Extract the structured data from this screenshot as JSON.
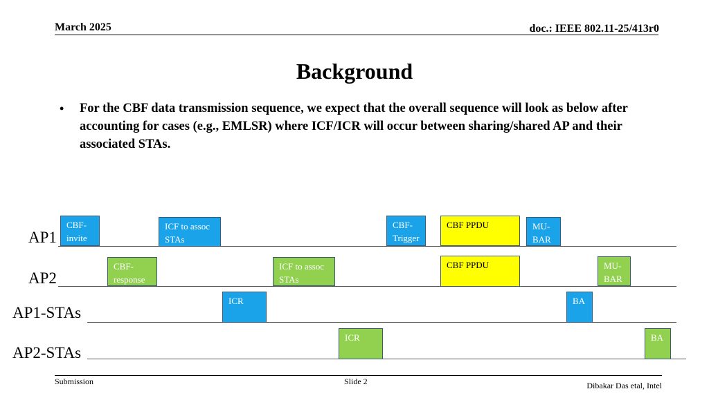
{
  "header": {
    "date": "March 2025",
    "doc": "doc.: IEEE 802.11-25/413r0"
  },
  "title": "Background",
  "bullet": "For the CBF data transmission sequence, we expect that the overall sequence will look as below after accounting for cases (e.g., EMLSR) where ICF/ICR will occur between sharing/shared AP and their associated STAs.",
  "rows": [
    "AP1",
    "AP2",
    "AP1-STAs",
    "AP2-STAs"
  ],
  "blocks": {
    "ap1_cbf_invite": "CBF- invite",
    "ap1_icf": "ICF to assoc STAs",
    "ap1_cbf_trigger": "CBF- Trigger",
    "ap1_cbf_ppdu": "CBF PPDU",
    "ap1_mu_bar": "MU- BAR",
    "ap2_cbf_response": "CBF- response",
    "ap2_icf": "ICF to assoc STAs",
    "ap2_cbf_ppdu": "CBF PPDU",
    "ap2_mu_bar": "MU- BAR",
    "ap1sta_icr": "ICR",
    "ap1sta_ba": "BA",
    "ap2sta_icr": "ICR",
    "ap2sta_ba": "BA"
  },
  "colors": {
    "blue": "#1aa3e8",
    "green": "#92d050",
    "yellow": "#ffff00"
  },
  "footer": {
    "submission": "Submission",
    "slide": "Slide 2",
    "author": "Dibakar Das etal, Intel"
  }
}
